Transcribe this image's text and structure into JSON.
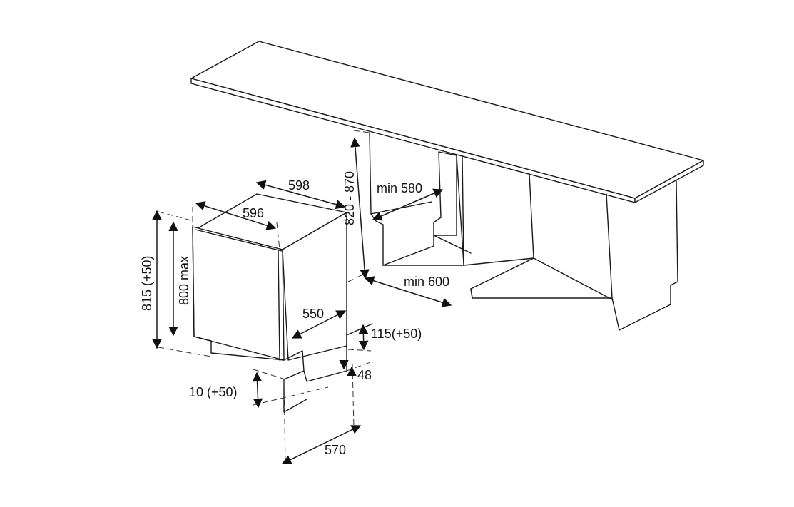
{
  "colors": {
    "line": "#1a1a1a",
    "background": "#ffffff"
  },
  "dimensions": {
    "width_598": "598",
    "width_596": "596",
    "height_815": "815 (+50)",
    "height_800": "800 max",
    "niche_height": "820 - 870",
    "niche_width_min": "min 580",
    "niche_depth_min": "min 600",
    "depth_550": "550",
    "plinth_115": "115(+50)",
    "plinth_48": "48",
    "feet_10": "10 (+50)",
    "depth_570": "570"
  }
}
